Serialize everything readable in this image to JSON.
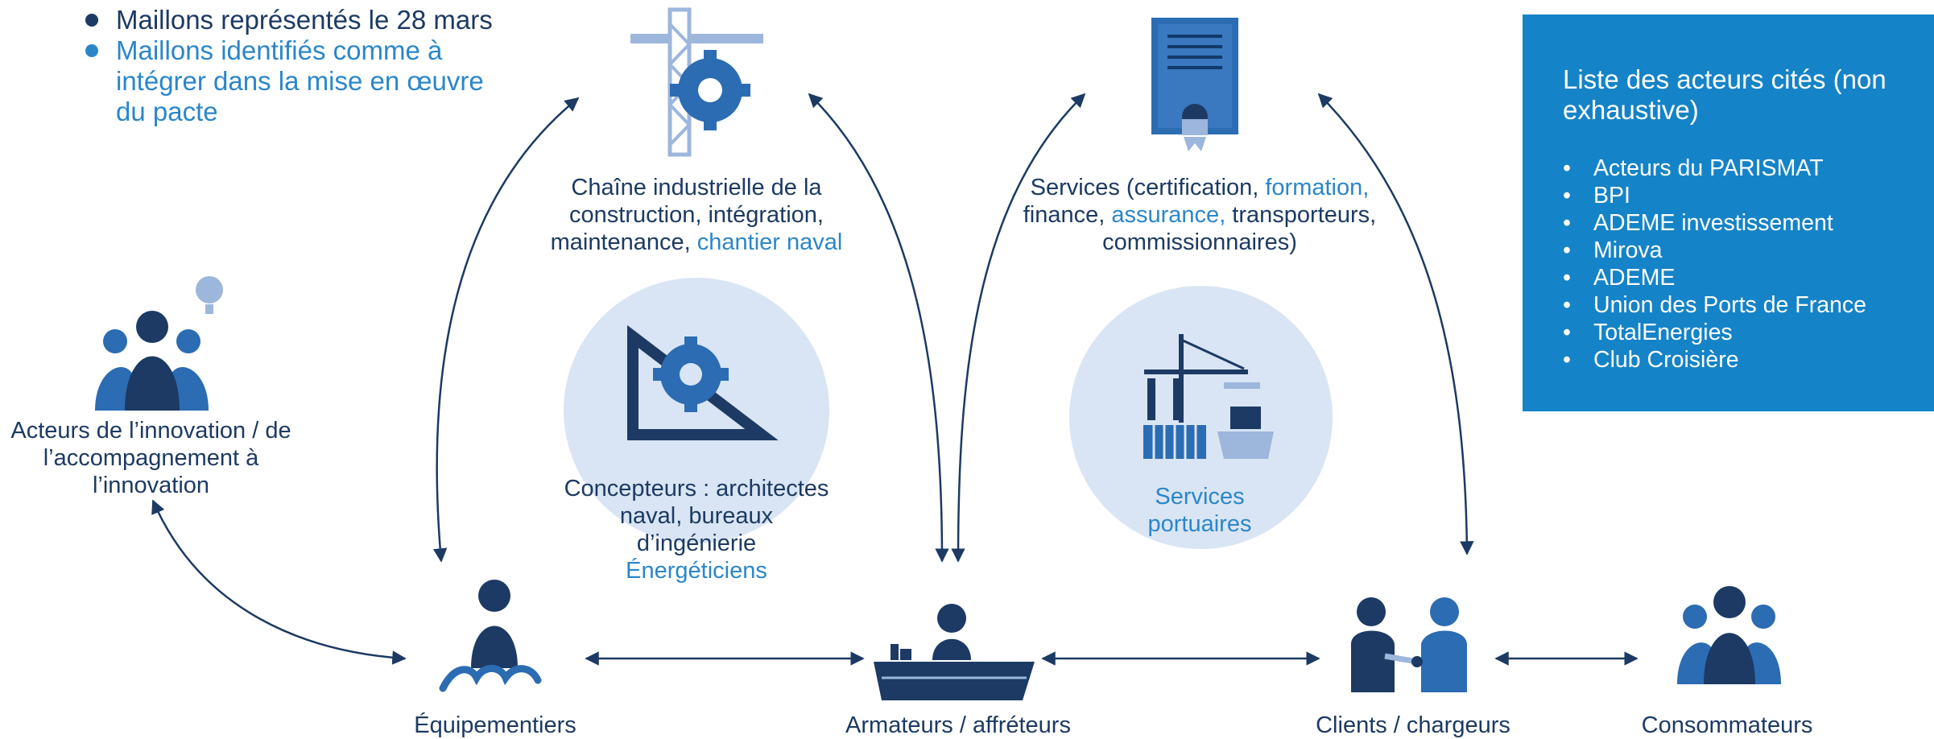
{
  "legend": {
    "items": [
      {
        "label": "Maillons représentés le 28 mars",
        "color": "#1c3a63"
      },
      {
        "label": "Maillons identifiés comme à intégrer dans la mise en œuvre du pacte",
        "color": "#2b86c9"
      }
    ]
  },
  "nodes": {
    "industrial": {
      "icon": "crane-gear-icon",
      "text1": "Chaîne industrielle de la construction, intégration, maintenance, ",
      "text2": "chantier naval"
    },
    "services": {
      "icon": "certificate-icon",
      "text1": "Services (certification, ",
      "text2": "formation, ",
      "text3": "finance, ",
      "text4": "assurance,",
      "text5": " transporteurs, commissionnaires)"
    },
    "designers": {
      "icon": "ruler-gear-icon",
      "text1": "Concepteurs : architectes naval, bureaux d’ingénierie",
      "text2": "Énergéticiens"
    },
    "port": {
      "icon": "port-crane-ship-icon",
      "text": "Services portuaires"
    },
    "innovation": {
      "icon": "group-lightbulb-icon",
      "text": "Acteurs de l’innovation / de l’accompagnement à l’innovation"
    },
    "equipment": {
      "icon": "person-waves-icon",
      "text": "Équipementiers"
    },
    "shipowners": {
      "icon": "ship-captain-icon",
      "text": "Armateurs / affréteurs"
    },
    "clients": {
      "icon": "handshake-icon",
      "text": "Clients / chargeurs"
    },
    "consumers": {
      "icon": "group-icon",
      "text": "Consommateurs"
    }
  },
  "panel": {
    "title": "Liste des acteurs cités (non exhaustive)",
    "items": [
      "Acteurs du PARISMAT",
      "BPI",
      "ADEME investissement",
      "Mirova",
      "ADEME",
      "Union des Ports de France",
      "TotalEnergies",
      "Club Croisière"
    ]
  },
  "colors": {
    "dark": "#1c3a63",
    "light": "#2b86c9",
    "panel": "#1583c7",
    "circle": "#d9e5f4"
  }
}
